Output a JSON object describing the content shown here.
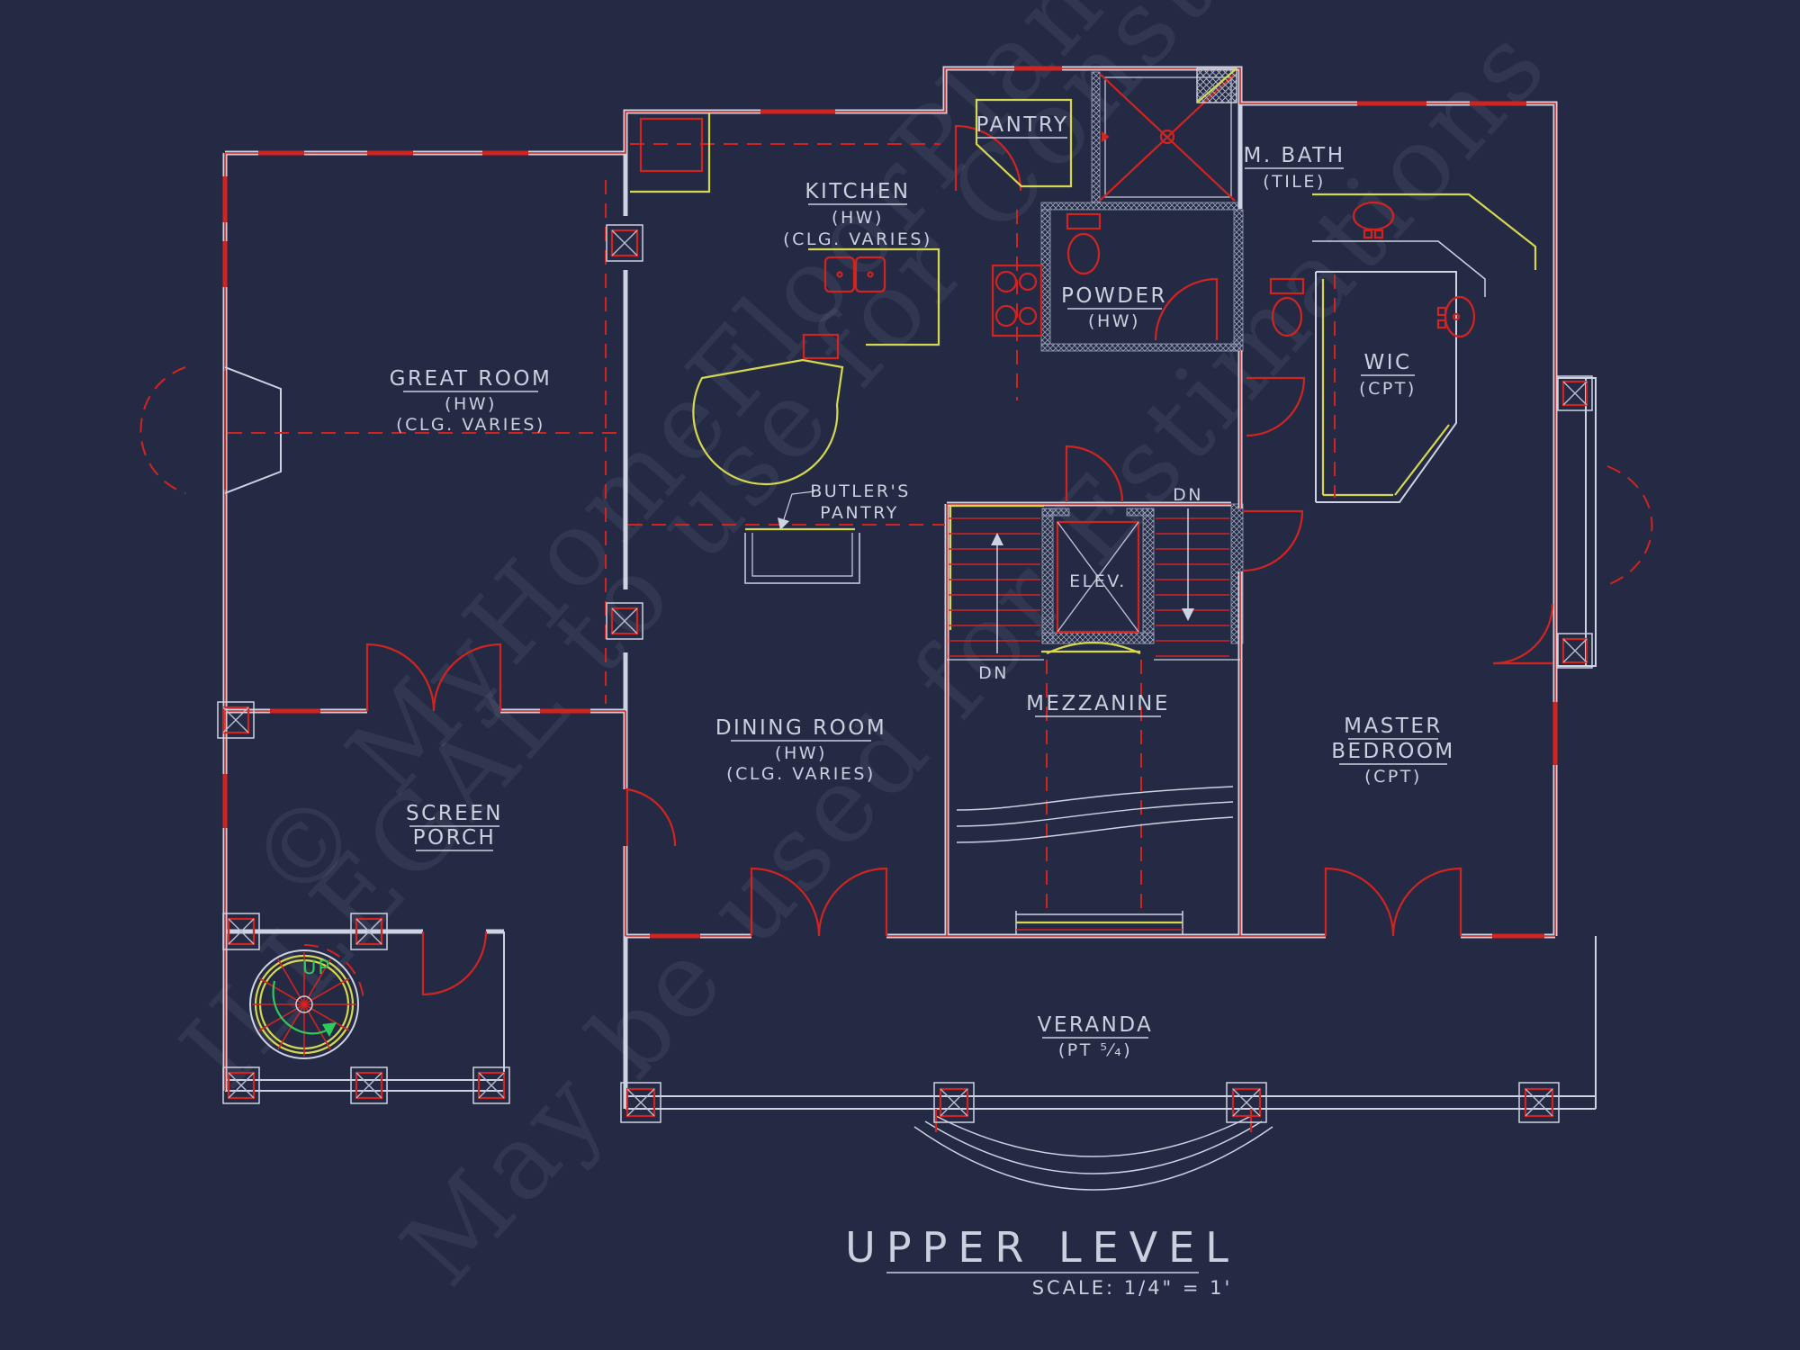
{
  "page": {
    "background": "#252a44"
  },
  "palette": {
    "wall_white": "#cdd3e2",
    "line_red": "#d02421",
    "casework_yellow": "#d5d84f",
    "accent_green": "#2fcb5a",
    "hatch_gray": "#9aa3b8",
    "label_text": "#c9d0de",
    "watermark_text": "#b9c2d8"
  },
  "watermark": {
    "line1": "© MyHomeFloorPlans.com",
    "line2": "ILLEGAL to use for Construction",
    "line3": "May be used for Estimations"
  },
  "rooms": {
    "pantry": {
      "name": "PANTRY"
    },
    "kitchen": {
      "name": "KITCHEN",
      "finish": "(HW)",
      "ceiling": "(CLG. VARIES)"
    },
    "master_bath": {
      "name": "M. BATH",
      "finish": "(TILE)"
    },
    "powder": {
      "name": "POWDER",
      "finish": "(HW)"
    },
    "wic": {
      "name": "WIC",
      "finish": "(CPT)"
    },
    "great_room": {
      "name": "GREAT ROOM",
      "finish": "(HW)",
      "ceiling": "(CLG. VARIES)"
    },
    "butlers_pantry": {
      "line1": "BUTLER'S",
      "line2": "PANTRY"
    },
    "elevator": {
      "name": "ELEV."
    },
    "mezzanine": {
      "name": "MEZZANINE"
    },
    "dining_room": {
      "name": "DINING ROOM",
      "finish": "(HW)",
      "ceiling": "(CLG. VARIES)"
    },
    "master_bedroom": {
      "line1": "MASTER",
      "line2": "BEDROOM",
      "finish": "(CPT)"
    },
    "screen_porch": {
      "line1": "SCREEN",
      "line2": "PORCH"
    },
    "veranda": {
      "name": "VERANDA",
      "finish": "(PT ⁵⁄₄)"
    }
  },
  "annotations": {
    "stair_down_left": "DN",
    "stair_down_right": "DN",
    "spiral_stair_up": "UP"
  },
  "title_block": {
    "title": "UPPER LEVEL",
    "scale": "SCALE: 1/4\" = 1'"
  }
}
